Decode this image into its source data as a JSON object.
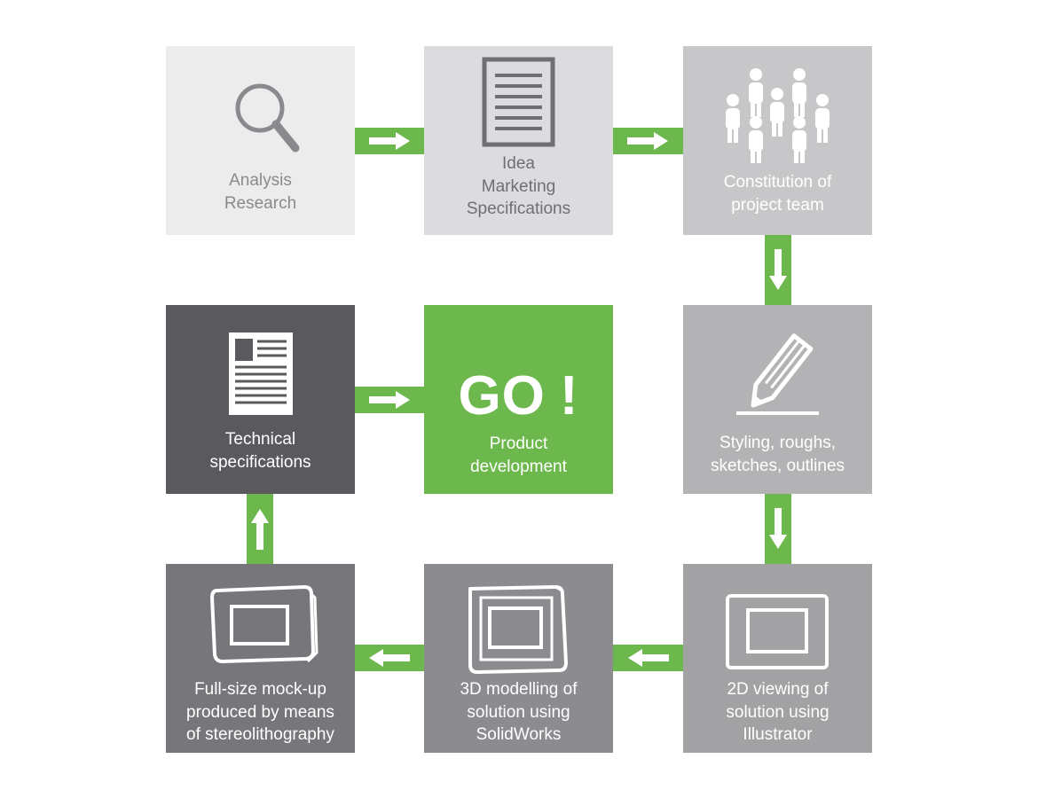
{
  "colors": {
    "green": "#6db84d",
    "box_analysis": "#ececed",
    "box_idea": "#dcdcde",
    "box_team": "#c7c7c9",
    "box_styling": "#b3b3b6",
    "box_2d": "#a2a2a5",
    "box_3d": "#8c8c90",
    "box_mockup": "#77777b",
    "box_technical": "#5a595e"
  },
  "steps": {
    "analysis": {
      "icon": "magnifier-icon",
      "lines": [
        "Analysis",
        "Research"
      ]
    },
    "idea": {
      "icon": "document-icon",
      "lines": [
        "Idea",
        "Marketing",
        "Specifications"
      ]
    },
    "team": {
      "icon": "people-group-icon",
      "lines": [
        "Constitution of",
        "project team"
      ]
    },
    "styling": {
      "icon": "pencil-icon",
      "lines": [
        "Styling, roughs,",
        "sketches, outlines"
      ]
    },
    "viewing2d": {
      "icon": "flat-frame-icon",
      "lines": [
        "2D viewing of",
        "solution using",
        "Illustrator"
      ]
    },
    "modelling3d": {
      "icon": "3d-frame-icon",
      "lines": [
        "3D modelling of",
        "solution using",
        "SolidWorks"
      ]
    },
    "mockup": {
      "icon": "mockup-frame-icon",
      "lines": [
        "Full-size mock-up",
        "produced by means",
        "of stereolithography"
      ]
    },
    "technical": {
      "icon": "spec-sheet-icon",
      "lines": [
        "Technical",
        "specifications"
      ]
    },
    "go": {
      "headline": "GO",
      "mark": "!",
      "lines": [
        "Product",
        "development"
      ]
    }
  }
}
